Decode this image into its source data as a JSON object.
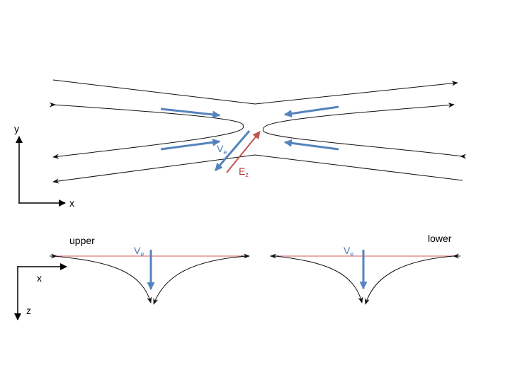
{
  "top_panel": {
    "axis_y_label": "y",
    "axis_x_label": "x",
    "ve_label": "V",
    "ve_sub": "e",
    "ez_label": "E",
    "ez_sub": "z"
  },
  "bottom_panel": {
    "axis_x_label": "x",
    "axis_z_label": "z",
    "upper_label": "upper",
    "lower_label": "lower",
    "ve_label": "V",
    "ve_sub": "e"
  },
  "colors": {
    "field_lines": "#111111",
    "flow_arrows": "#5583bd",
    "electric_field": "#c45252"
  }
}
